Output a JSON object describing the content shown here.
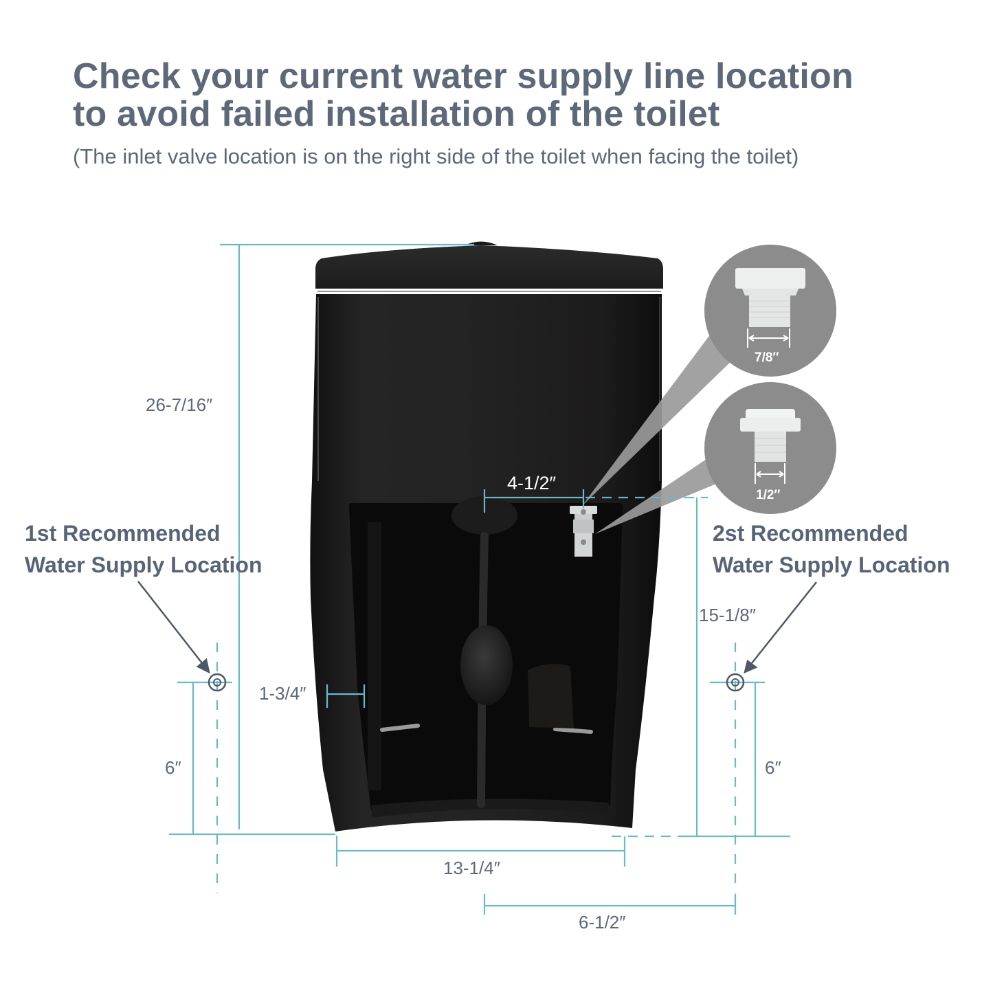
{
  "header": {
    "title_line1": "Check your current water supply line location",
    "title_line2": "to avoid failed installation of the toilet",
    "subtitle": "(The inlet valve location is on the right side of the toilet when facing the toilet)"
  },
  "labels": {
    "first_location_line1": "1st Recommended",
    "first_location_line2": "Water Supply Location",
    "second_location_line1": "2st Recommended",
    "second_location_line2": "Water Supply Location"
  },
  "dimensions": {
    "total_height": "26-7/16″",
    "inlet_offset": "4-1/2″",
    "wall_thickness": "1-3/4″",
    "left_supply_height": "6″",
    "inlet_height": "15-1/8″",
    "right_supply_height": "6″",
    "base_width": "13-1/4″",
    "right_supply_offset": "6-1/2″"
  },
  "inset_callouts": [
    {
      "id": "large-adapter",
      "size": "7/8″"
    },
    {
      "id": "small-adapter",
      "size": "1/2″"
    }
  ],
  "colors": {
    "title_text": "#5d6878",
    "dimension_line": "#6bb8c8",
    "toilet_body": "#1e1d1d",
    "inset_circle": "#8a8a8a",
    "arrow": "#4e5866"
  }
}
